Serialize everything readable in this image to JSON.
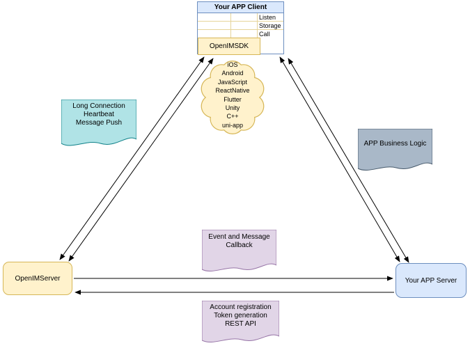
{
  "diagram": {
    "client": {
      "title": "Your APP Client",
      "rows": [
        "Listen",
        "Storage",
        "Call"
      ],
      "sdk_label": "OpenIMSDK"
    },
    "cloud": {
      "platforms": [
        "iOS",
        "Android",
        "JavaScript",
        "ReactNative",
        "Flutter",
        "Unity",
        "C++",
        "uni-app"
      ]
    },
    "notes": {
      "long_connection": [
        "Long Connection",
        "Heartbeat",
        "Message Push"
      ],
      "business_logic": [
        "APP Business Logic"
      ],
      "event_callback": [
        "Event and Message",
        "Callback"
      ],
      "rest_api": [
        "Account registration",
        "Token generation",
        "REST API"
      ]
    },
    "nodes": {
      "openim_server": "OpenIMServer",
      "app_server": "Your APP Server"
    },
    "colors": {
      "yellow_fill": "#fff2cc",
      "yellow_stroke": "#d6b656",
      "blue_fill": "#dae8fc",
      "blue_stroke": "#6c8ebf",
      "teal_fill": "#b0e3e6",
      "teal_stroke": "#0e8088",
      "gray_fill": "#a9b8c8",
      "gray_stroke": "#46596b",
      "purple_fill": "#e1d5e7",
      "purple_stroke": "#9673a6",
      "connector": "#000000"
    }
  }
}
